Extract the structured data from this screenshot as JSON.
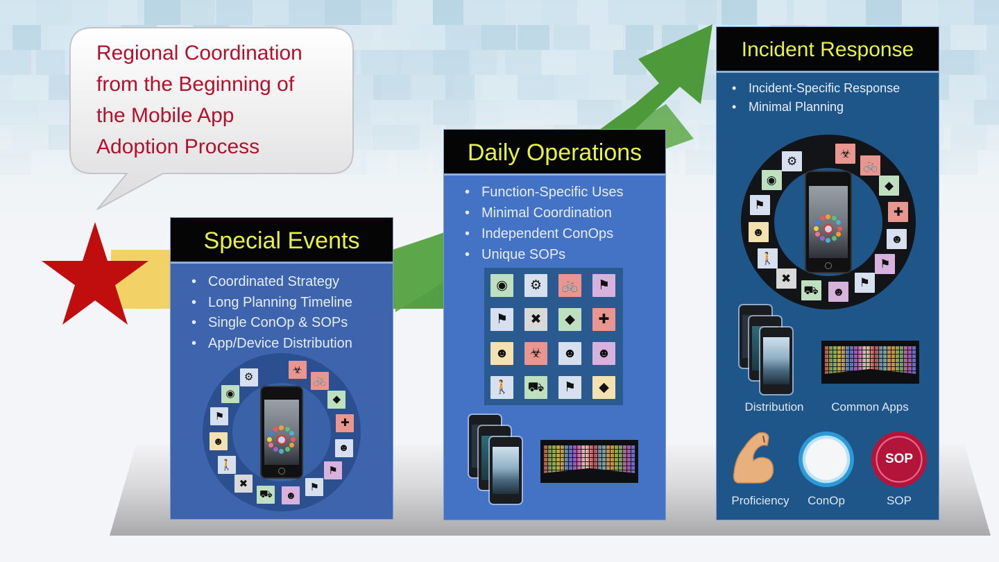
{
  "callout": {
    "lines": [
      "Regional Coordination",
      "from the Beginning of",
      "the Mobile App",
      "Adoption Process"
    ],
    "color": "#b3102b"
  },
  "start_marker": {
    "icon": "star-icon",
    "color": "#c00d0d"
  },
  "progress_arrow": {
    "colors": [
      "#f2cf5e",
      "#7fb8a8",
      "#4f9a3c"
    ]
  },
  "stages": [
    {
      "title": "Special Events",
      "bullets": [
        "Coordinated Strategy",
        "Long Planning Timeline",
        "Single ConOp & SOPs",
        "App/Device Distribution"
      ],
      "graphic": "phone-with-icon-ring"
    },
    {
      "title": "Daily Operations",
      "bullets": [
        "Function-Specific Uses",
        "Minimal Coordination",
        "Independent ConOps",
        "Unique SOPs"
      ],
      "graphic": "icon-grid-with-devices-and-app-wall"
    },
    {
      "title": "Incident Response",
      "bullets": [
        "Incident-Specific Response",
        "Minimal Planning"
      ],
      "graphic": "phone-with-icon-ring",
      "captions": {
        "distribution": "Distribution",
        "common_apps": "Common Apps",
        "proficiency": "Proficiency",
        "conop": "ConOp",
        "sop": "SOP"
      },
      "sop_badge_text": "SOP"
    }
  ],
  "ring_icons": [
    {
      "name": "biohazard-icon",
      "glyph": "☣",
      "bg": "#e8968f"
    },
    {
      "name": "bicycle-icon",
      "glyph": "🚲",
      "bg": "#e8968f"
    },
    {
      "name": "k9-dog-icon",
      "glyph": "◆",
      "bg": "#bfe0c0"
    },
    {
      "name": "medical-kit-icon",
      "glyph": "✚",
      "bg": "#e8968f"
    },
    {
      "name": "police-officer-icon",
      "glyph": "☻",
      "bg": "#d7e0ef"
    },
    {
      "name": "flag-runner-icon",
      "glyph": "⚑",
      "bg": "#d6b2dc"
    },
    {
      "name": "flag-runner-icon",
      "glyph": "⚑",
      "bg": "#d7e0ef"
    },
    {
      "name": "helmet-icon",
      "glyph": "☻",
      "bg": "#d6b2dc"
    },
    {
      "name": "vehicle-icon",
      "glyph": "⛟",
      "bg": "#bfe0c0"
    },
    {
      "name": "tools-icon",
      "glyph": "✖",
      "bg": "#d9d9d9"
    },
    {
      "name": "pedestrian-icon",
      "glyph": "🚶",
      "bg": "#d7e0ef"
    },
    {
      "name": "officer-icon",
      "glyph": "☻",
      "bg": "#f3e2b0"
    },
    {
      "name": "flag-runner-icon",
      "glyph": "⚑",
      "bg": "#d7e0ef"
    },
    {
      "name": "grenade-icon",
      "glyph": "◉",
      "bg": "#bfe0c0"
    },
    {
      "name": "medal-icon",
      "glyph": "⚙",
      "bg": "#d7e0ef"
    }
  ],
  "grid_icons": [
    {
      "name": "grenade-icon",
      "glyph": "◉",
      "bg": "#bfe0c0"
    },
    {
      "name": "medal-icon",
      "glyph": "⚙",
      "bg": "#d7e0ef"
    },
    {
      "name": "bicycle-icon",
      "glyph": "🚲",
      "bg": "#e8968f"
    },
    {
      "name": "flag-runner-icon",
      "glyph": "⚑",
      "bg": "#d6b2dc"
    },
    {
      "name": "flag-runner-icon",
      "glyph": "⚑",
      "bg": "#d7e0ef"
    },
    {
      "name": "tools-icon",
      "glyph": "✖",
      "bg": "#d9d9d9"
    },
    {
      "name": "k9-dog-icon",
      "glyph": "◆",
      "bg": "#bfe0c0"
    },
    {
      "name": "medical-kit-icon",
      "glyph": "✚",
      "bg": "#e8968f"
    },
    {
      "name": "officer-icon",
      "glyph": "☻",
      "bg": "#f3e2b0"
    },
    {
      "name": "biohazard-icon",
      "glyph": "☣",
      "bg": "#e8968f"
    },
    {
      "name": "police-officer-icon",
      "glyph": "☻",
      "bg": "#d7e0ef"
    },
    {
      "name": "helmet-icon",
      "glyph": "☻",
      "bg": "#d6b2dc"
    },
    {
      "name": "pedestrian-icon",
      "glyph": "🚶",
      "bg": "#d7e0ef"
    },
    {
      "name": "vehicle-icon",
      "glyph": "⛟",
      "bg": "#bfe0c0"
    },
    {
      "name": "flag-runner-icon",
      "glyph": "⚑",
      "bg": "#d7e0ef"
    },
    {
      "name": "k9-dog-icon",
      "glyph": "◆",
      "bg": "#f3e2b0"
    }
  ],
  "colors": {
    "title_yellow": "#e8f241",
    "header_black": "#050505",
    "panel1_blue": "#3d64ad",
    "panel2_blue": "#4472c4",
    "panel3_blue": "#1f5689"
  }
}
